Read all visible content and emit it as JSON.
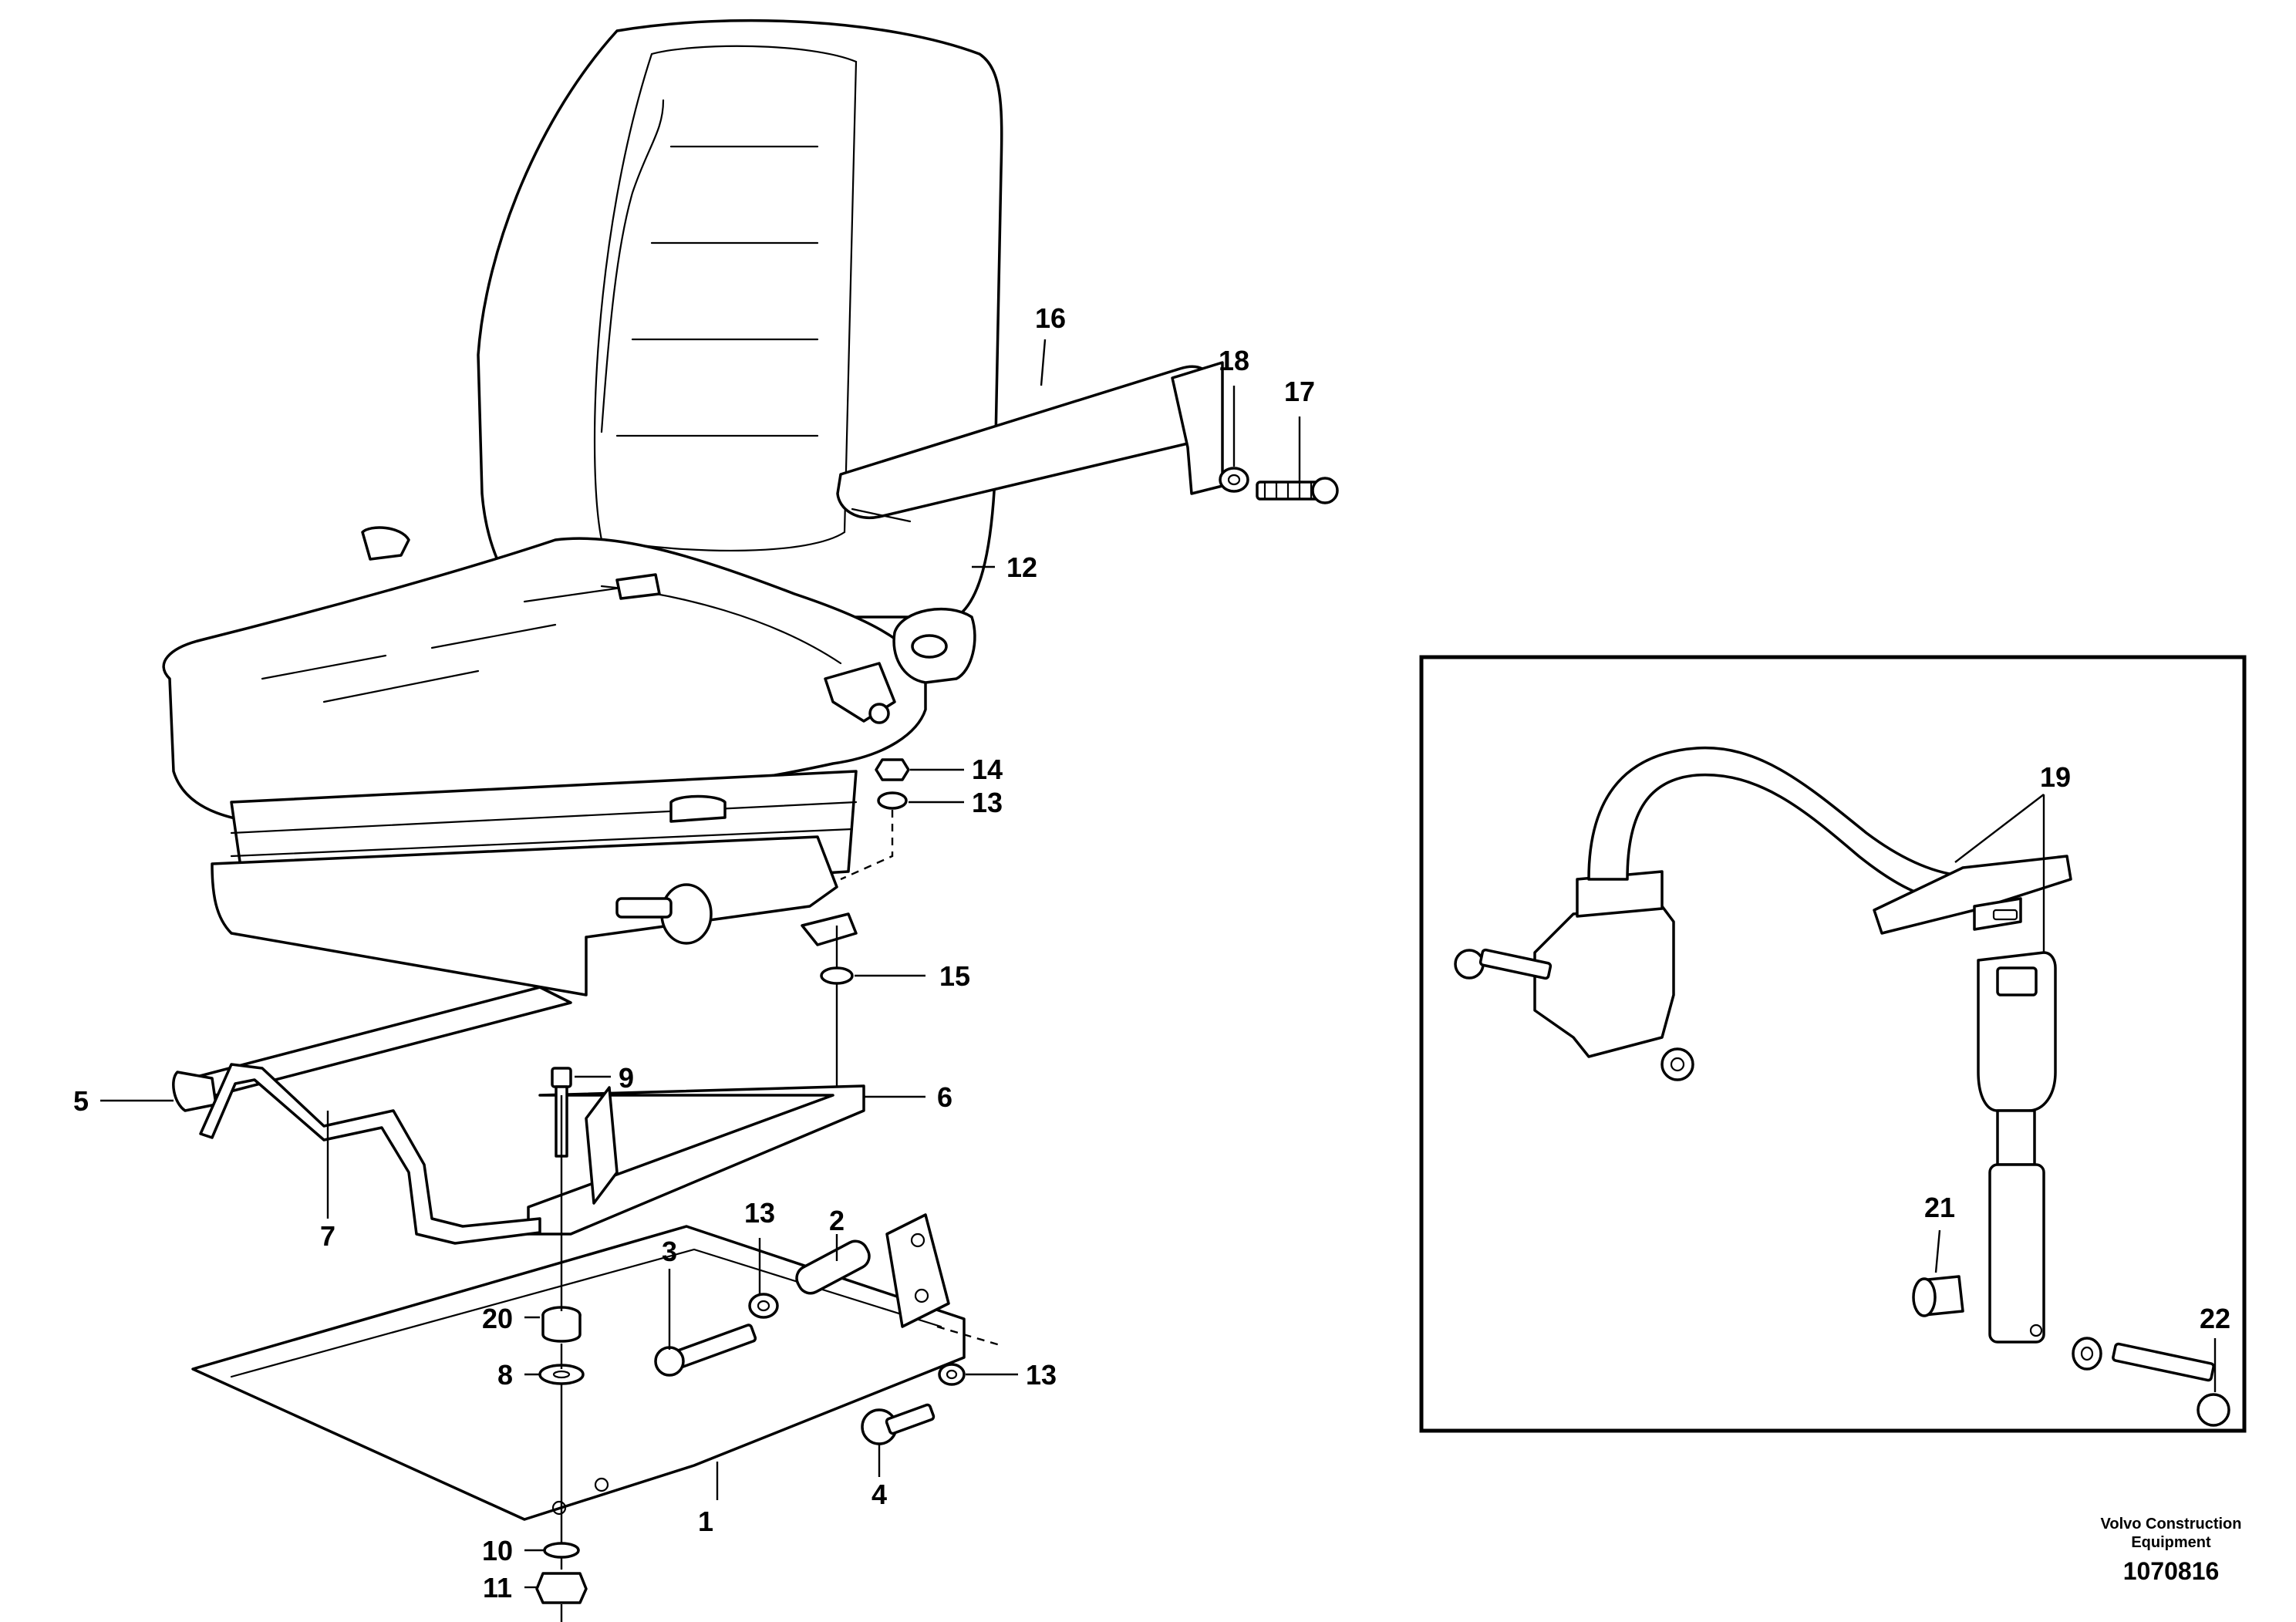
{
  "callouts": {
    "c1": "1",
    "c2": "2",
    "c3": "3",
    "c4": "4",
    "c5": "5",
    "c6": "6",
    "c7": "7",
    "c8": "8",
    "c9": "9",
    "c10": "10",
    "c11": "11",
    "c12": "12",
    "c13a": "13",
    "c13b": "13",
    "c13c": "13",
    "c14": "14",
    "c15": "15",
    "c16": "16",
    "c17": "17",
    "c18": "18",
    "c19": "19",
    "c20": "20",
    "c21": "21",
    "c22": "22"
  },
  "footer": {
    "brand_line1": "Volvo Construction",
    "brand_line2": "Equipment",
    "doc_number": "1070816"
  },
  "colors": {
    "ink": "#000000",
    "paper": "#ffffff"
  }
}
